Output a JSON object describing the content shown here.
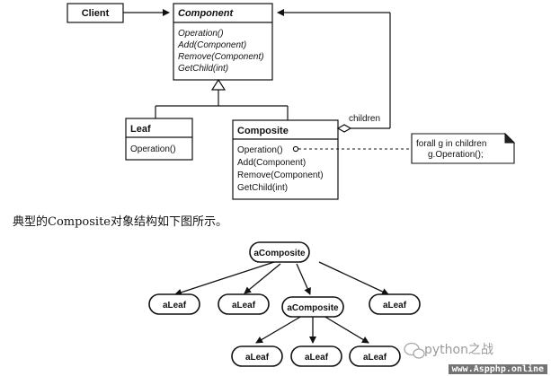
{
  "uml": {
    "client": "Client",
    "component": {
      "name": "Component",
      "ops": [
        "Operation()",
        "Add(Component)",
        "Remove(Component)",
        "GetChild(int)"
      ]
    },
    "leaf": {
      "name": "Leaf",
      "ops": [
        "Operation()"
      ]
    },
    "composite": {
      "name": "Composite",
      "ops": [
        "Operation()",
        "Add(Component)",
        "Remove(Component)",
        "GetChild(int)"
      ]
    },
    "children_label": "children",
    "note": [
      "forall g in children",
      "g.Operation();"
    ]
  },
  "caption": "典型的Composite对象结构如下图所示。",
  "tree": {
    "root": "aComposite",
    "level1": [
      "aLeaf",
      "aLeaf",
      "aComposite",
      "aLeaf"
    ],
    "level2": [
      "aLeaf",
      "aLeaf",
      "aLeaf"
    ]
  },
  "watermark": {
    "cn": "python之战",
    "site": "www.Aspphp.online"
  }
}
